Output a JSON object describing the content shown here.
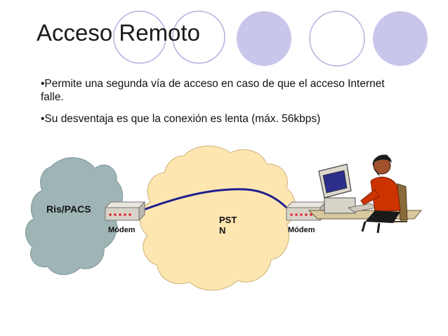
{
  "slide": {
    "title": "Acceso Remoto",
    "bullets": [
      "•Permite una segunda vía de acceso en caso de que el acceso Internet falle.",
      "•Su desventaja es que la conexión es lenta  (máx. 56kbps)"
    ]
  },
  "diagram": {
    "ris_pacs_label": "Ris/PACS",
    "modem_left_label": "Módem",
    "modem_right_label": "Módem",
    "pstn_line1": "PST",
    "pstn_line2": "N"
  },
  "colors": {
    "circle_lavender": "#c9c6ec",
    "circle_outline": "#b3b0e0",
    "cloud_gray": "#9fb4b4",
    "cloud_yellow": "#fde6b0",
    "cable_blue": "#1f1f8f",
    "modem_light_red": "#e8202e",
    "person_red": "#cc3300"
  }
}
